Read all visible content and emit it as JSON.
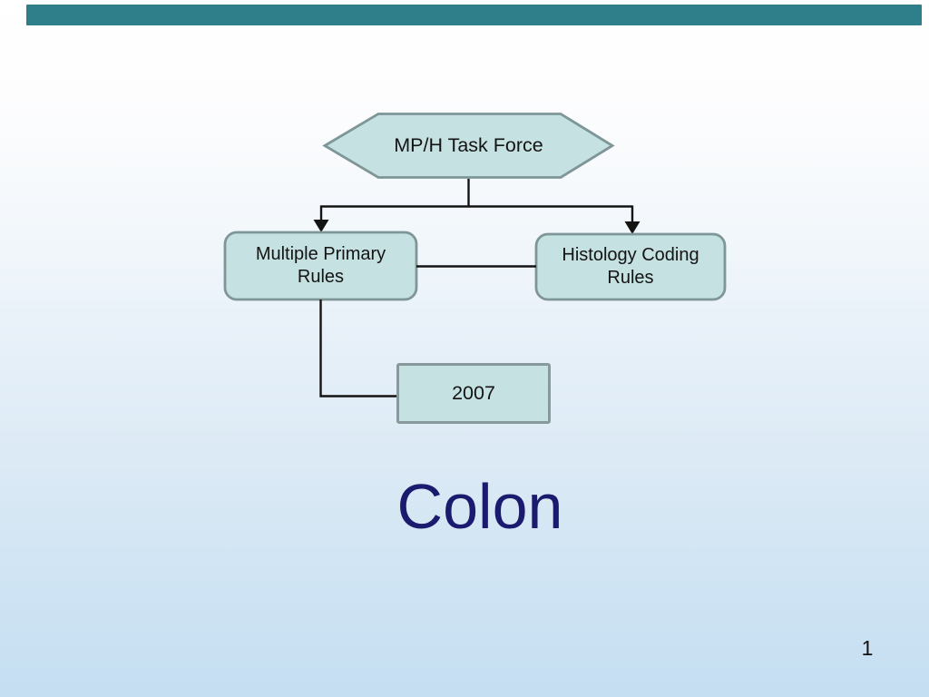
{
  "slide": {
    "title": "Colon",
    "page_number": "1"
  },
  "flowchart": {
    "task_force": {
      "shape": "hexagon",
      "label": "MP/H Task Force"
    },
    "multiple_primary": {
      "shape": "rounded-rectangle",
      "label": "Multiple Primary Rules",
      "line1": "Multiple Primary",
      "line2": "Rules"
    },
    "histology_coding": {
      "shape": "rounded-rectangle",
      "label": "Histology Coding Rules",
      "line1": "Histology Coding",
      "line2": "Rules"
    },
    "year": {
      "shape": "rectangle",
      "label": "2007"
    },
    "edges": [
      {
        "from": "task_force",
        "to": "multiple_primary",
        "arrow": true
      },
      {
        "from": "task_force",
        "to": "histology_coding",
        "arrow": true
      },
      {
        "from": "multiple_primary",
        "to": "histology_coding",
        "arrow": false
      },
      {
        "from": "multiple_primary",
        "to": "year",
        "arrow": false
      }
    ]
  },
  "colors": {
    "top_bar": "#2e7f8a",
    "background_top": "#ffffff",
    "background_bottom": "#c4def2",
    "node_fill": "#c5e1e1",
    "node_border": "#7e9698",
    "connector": "#141414",
    "node_text": "#141414",
    "title_text": "#1a1a6e",
    "page_number_text": "#111111"
  }
}
